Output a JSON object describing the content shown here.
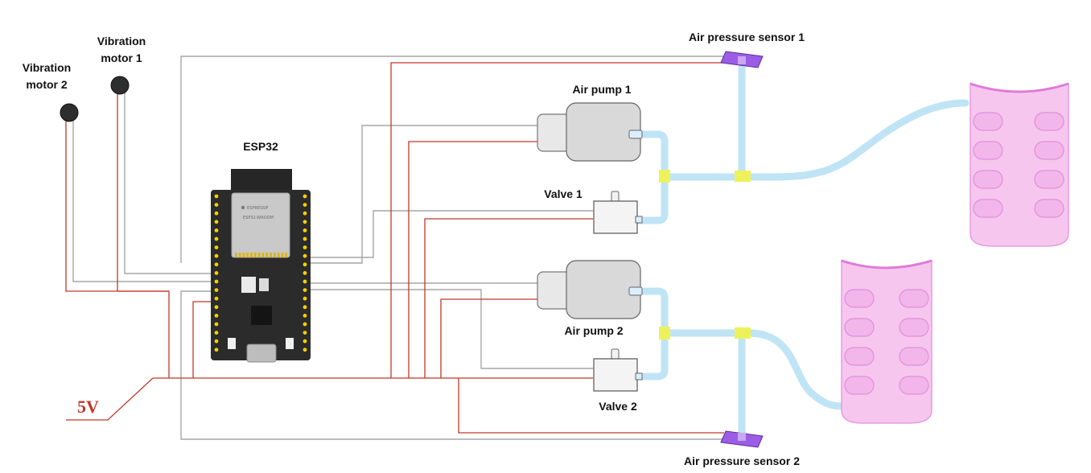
{
  "labels": {
    "vibration_motor_1": [
      "Vibration",
      "motor 1"
    ],
    "vibration_motor_2": [
      "Vibration",
      "motor 2"
    ],
    "esp32": "ESP32",
    "air_pump_1": "Air pump 1",
    "air_pump_2": "Air pump 2",
    "valve_1": "Valve 1",
    "valve_2": "Valve 2",
    "air_pressure_sensor_1": "Air pressure sensor 1",
    "air_pressure_sensor_2": "Air pressure sensor 2",
    "power": "5V",
    "module_brand": "ESPRESSIF",
    "module_model": "ESP32-WROOM"
  },
  "colors": {
    "power_wire": "#c0392b",
    "signal_wire": "#9a9a9a",
    "tube": "#bfe4f5",
    "tube_joint": "#eef25a",
    "actuator": "#f6c6ef",
    "actuator_edge": "#e79be0",
    "sensor": "#9b5de5",
    "board": "#2b2b2b",
    "pin": "#f5d000"
  }
}
